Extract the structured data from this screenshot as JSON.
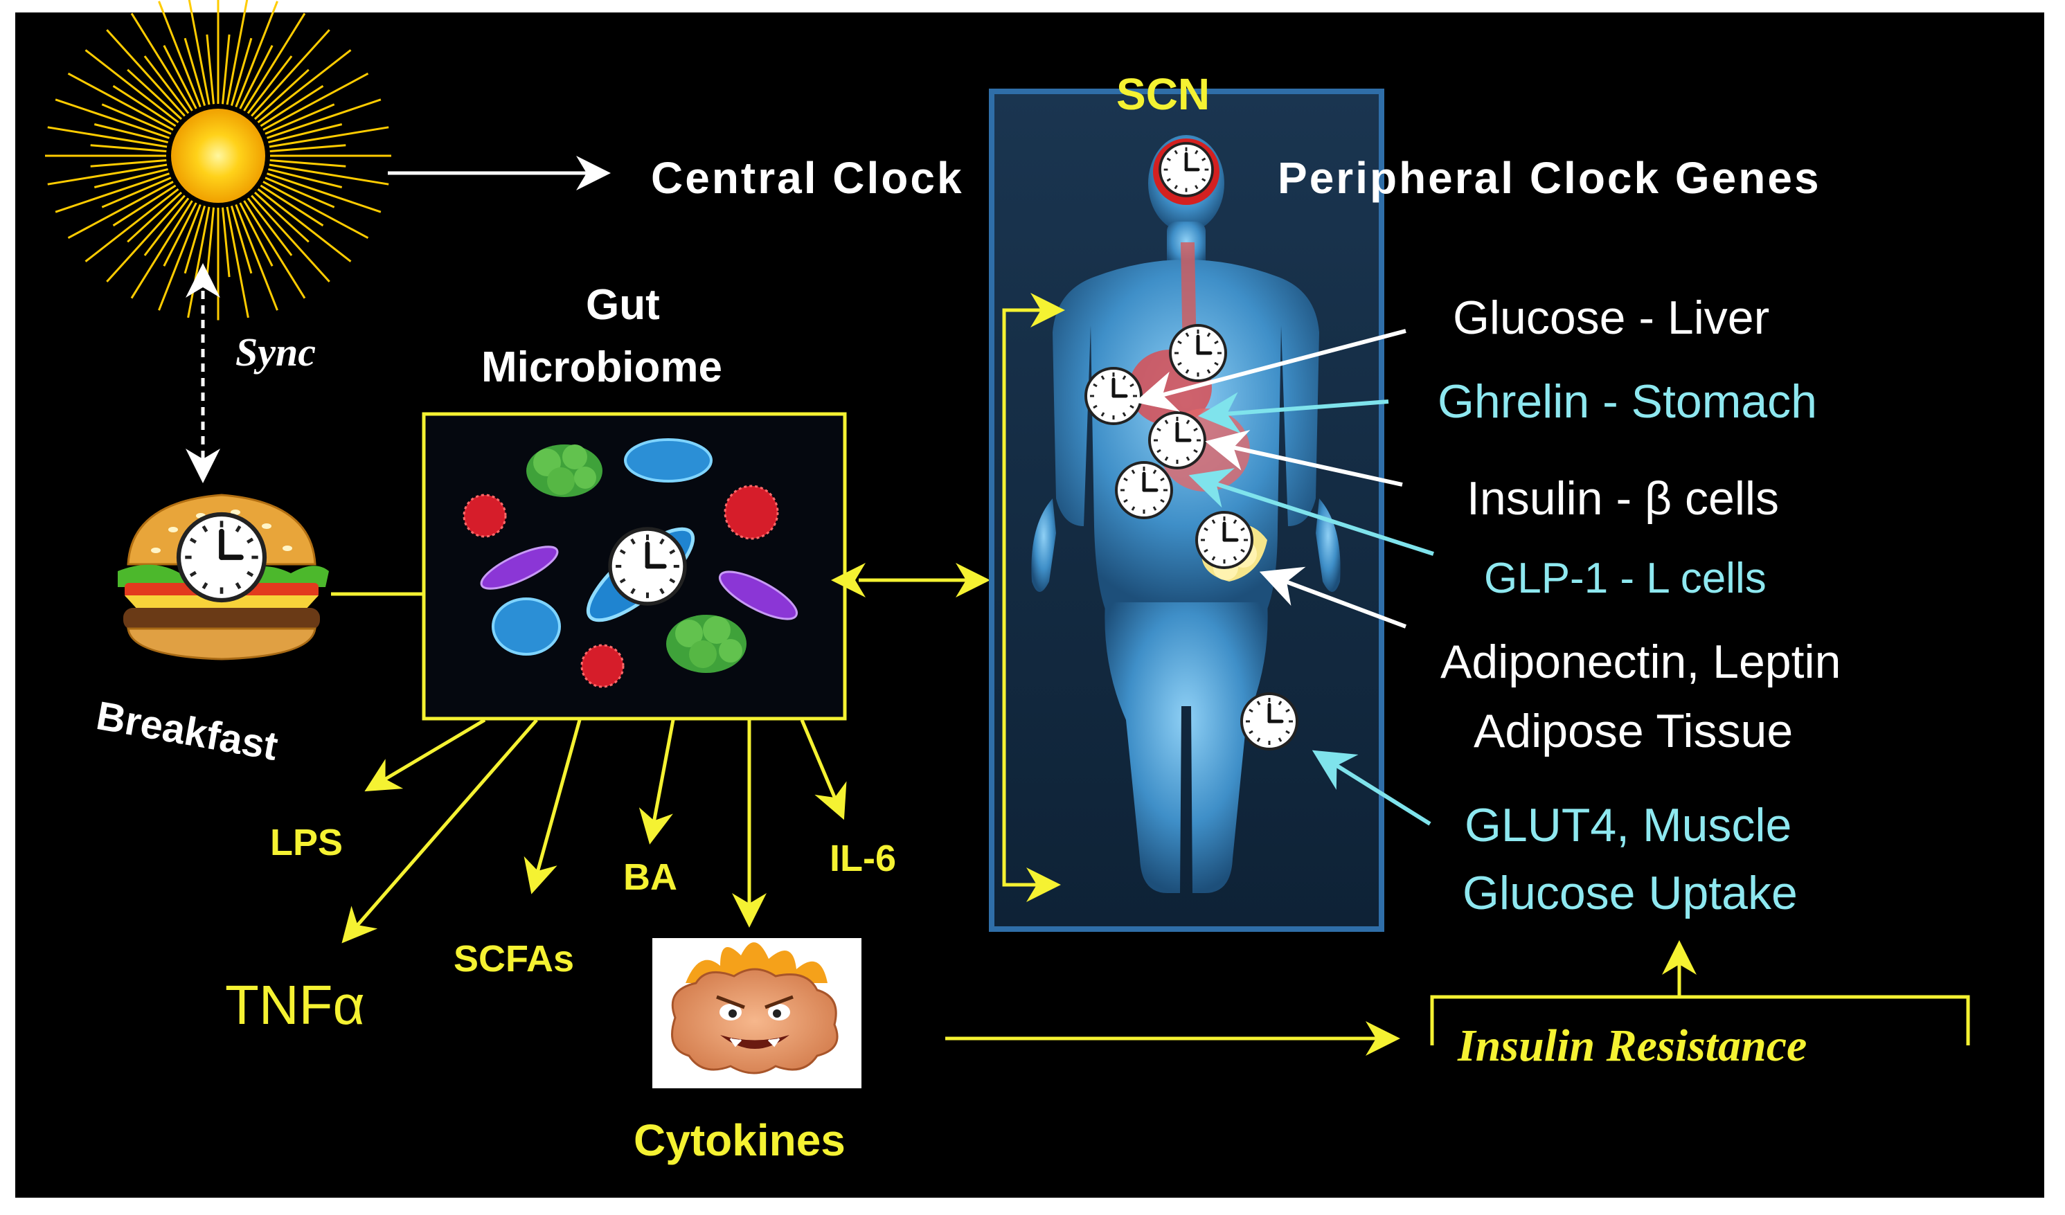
{
  "header": {
    "scn": "SCN",
    "central_clock": "Central Clock",
    "peripheral_clock": "Peripheral Clock Genes"
  },
  "sun": {
    "sync_label": "Sync"
  },
  "breakfast": {
    "label": "Breakfast"
  },
  "gut": {
    "title_line1": "Gut",
    "title_line2": "Microbiome"
  },
  "outputs": {
    "lps": "LPS",
    "tnf": "TNFα",
    "scfas": "SCFAs",
    "ba": "BA",
    "il6": "IL-6",
    "cytokines": "Cytokines"
  },
  "organs": {
    "glucose_liver": "Glucose - Liver",
    "ghrelin_stomach": "Ghrelin -  Stomach",
    "insulin_beta": "Insulin - β cells",
    "glp1_lcells": "GLP-1 -  L cells",
    "adipo_line1": "Adiponectin, Leptin",
    "adipo_line2": "Adipose Tissue",
    "glut4_line1": "GLUT4,  Muscle",
    "glut4_line2": "Glucose Uptake"
  },
  "insulin_resistance": "Insulin  Resistance",
  "colors": {
    "background": "#000000",
    "yellow_arrows": "#f5f232",
    "white_arrows": "#ffffff",
    "cyan_arrows": "#7fe3ec",
    "body_blue": "#4a9fd4",
    "sun": "#ffd21a"
  },
  "icons": [
    "sun-icon",
    "clock-icon",
    "burger-icon",
    "bacteria-icon",
    "cytokine-cloud-icon",
    "human-body-icon"
  ]
}
